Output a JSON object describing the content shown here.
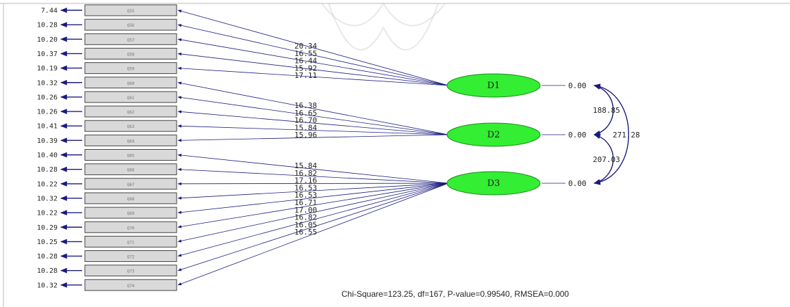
{
  "observed": [
    {
      "label": "Q55",
      "error": "7.44"
    },
    {
      "label": "Q56",
      "error": "10.28"
    },
    {
      "label": "Q57",
      "error": "10.20"
    },
    {
      "label": "Q58",
      "error": "10.37"
    },
    {
      "label": "Q59",
      "error": "10.19"
    },
    {
      "label": "Q60",
      "error": "10.32"
    },
    {
      "label": "Q61",
      "error": "10.26"
    },
    {
      "label": "Q62",
      "error": "10.26"
    },
    {
      "label": "Q63",
      "error": "10.41"
    },
    {
      "label": "Q64",
      "error": "10.39"
    },
    {
      "label": "Q65",
      "error": "10.40"
    },
    {
      "label": "Q66",
      "error": "10.28"
    },
    {
      "label": "Q67",
      "error": "10.22"
    },
    {
      "label": "Q68",
      "error": "10.32"
    },
    {
      "label": "Q69",
      "error": "10.22"
    },
    {
      "label": "Q70",
      "error": "10.29"
    },
    {
      "label": "Q71",
      "error": "10.25"
    },
    {
      "label": "Q72",
      "error": "10.28"
    },
    {
      "label": "Q73",
      "error": "10.28"
    },
    {
      "label": "Q74",
      "error": "10.32"
    }
  ],
  "latents": [
    {
      "label": "D1",
      "variance": "0.00",
      "indicators": [
        0,
        1,
        2,
        3,
        4
      ],
      "loadings": [
        "20.34",
        "16.55",
        "16.44",
        "15.92",
        "17.11"
      ]
    },
    {
      "label": "D2",
      "variance": "0.00",
      "indicators": [
        5,
        6,
        7,
        8,
        9
      ],
      "loadings": [
        "16.38",
        "16.65",
        "16.70",
        "15.84",
        "15.96"
      ]
    },
    {
      "label": "D3",
      "variance": "0.00",
      "indicators": [
        10,
        11,
        12,
        13,
        14,
        15,
        16,
        17,
        18,
        19
      ],
      "loadings": [
        "15.84",
        "16.82",
        "17.16",
        "16.53",
        "16.53",
        "16.71",
        "17.00",
        "16.82",
        "16.05",
        "16.55"
      ]
    }
  ],
  "covariances": [
    {
      "from": "D1",
      "to": "D2",
      "value": "188.85"
    },
    {
      "from": "D2",
      "to": "D3",
      "value": "207.03"
    },
    {
      "from": "D1",
      "to": "D3",
      "value": "271.28"
    }
  ],
  "fit_statistics": "Chi-Square=123.25, df=167, P-value=0.99540, RMSEA=0.000",
  "colors": {
    "latent_fill": "#33ee33",
    "path": "#1a1a80",
    "box_fill": "#d9d9d9"
  }
}
